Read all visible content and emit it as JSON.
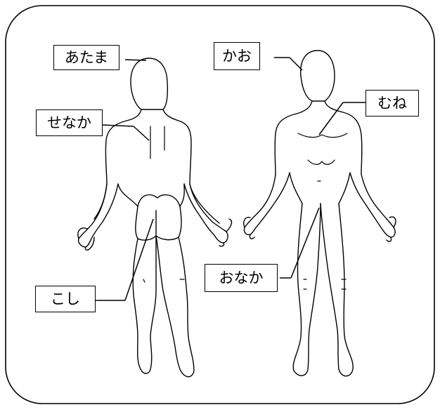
{
  "labels": {
    "atama": "あたま",
    "senaka": "せなか",
    "koshi": "こし",
    "kao": "かお",
    "mune": "むね",
    "onaka": "おなか"
  },
  "colors": {
    "line": "#000000",
    "background": "#ffffff"
  }
}
